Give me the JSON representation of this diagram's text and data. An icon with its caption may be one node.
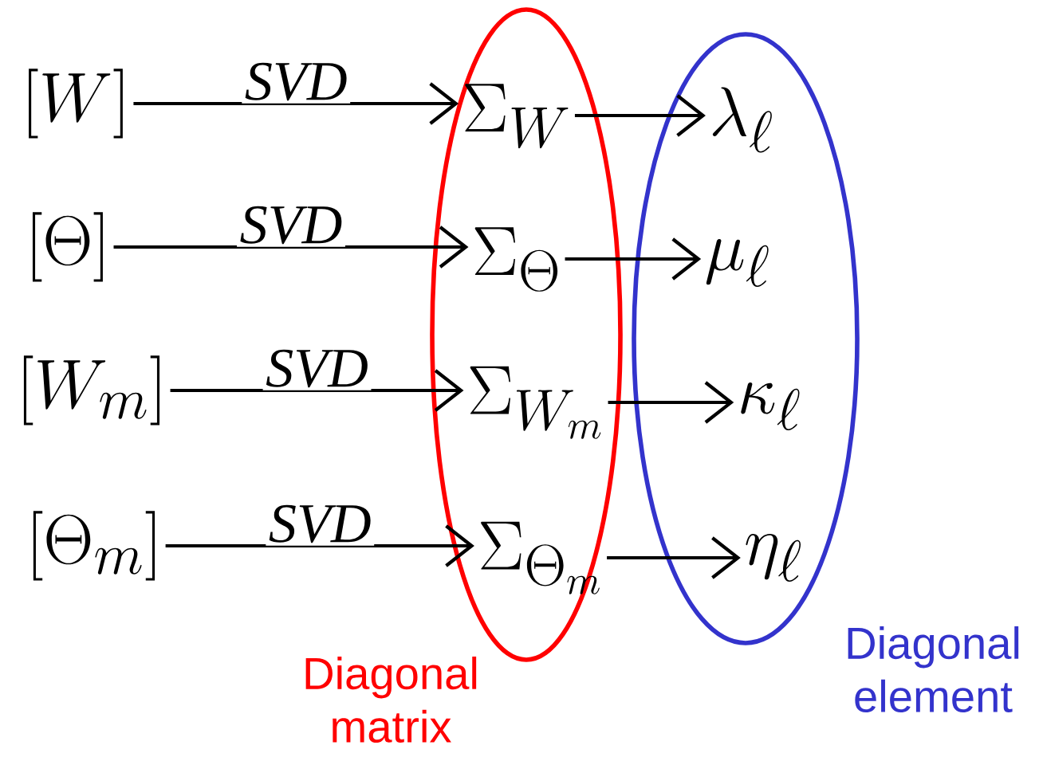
{
  "diagram": {
    "nodes": [
      {
        "text": [
          "\\left[W\\right]"
        ]
      },
      {
        "text": [
          "\\left[\\Theta\\right]"
        ]
      },
      {
        "text": [
          "\\left[W_m\\right]"
        ]
      },
      {
        "text": [
          "\\left[\\Theta_m\\right]"
        ]
      },
      {
        "text": [],
        "shape": "ellipse",
        "beside": [
          "Diagonal matrix"
        ]
      },
      {
        "text": [
          "\\Sigma_W"
        ],
        "in": 4
      },
      {
        "text": [
          "\\Sigma_\\Theta"
        ],
        "in": 4
      },
      {
        "text": [
          "\\Sigma_{W_m}"
        ],
        "in": 4
      },
      {
        "text": [
          "\\Sigma_{\\Theta_m}"
        ],
        "in": 4
      },
      {
        "text": [],
        "shape": "ellipse",
        "beside": [
          "Diagonal element"
        ]
      },
      {
        "text": [
          "\\lambda_\\ell"
        ],
        "in": 9
      },
      {
        "text": [
          "\\mu_\\ell"
        ],
        "in": 9
      },
      {
        "text": [
          "\\kappa_\\ell"
        ],
        "in": 9
      },
      {
        "text": [
          "\\eta_\\ell"
        ],
        "in": 9
      }
    ],
    "edges": [
      {
        "from": 0,
        "to": 5,
        "arrow": "to",
        "label": "SVD"
      },
      {
        "from": 1,
        "to": 6,
        "arrow": "to",
        "label": "SVD"
      },
      {
        "from": 2,
        "to": 7,
        "arrow": "to",
        "label": "SVD"
      },
      {
        "from": 3,
        "to": 8,
        "arrow": "to",
        "label": "SVD"
      },
      {
        "from": 5,
        "to": 10,
        "arrow": "to"
      },
      {
        "from": 6,
        "to": 11,
        "arrow": "to"
      },
      {
        "from": 7,
        "to": 12,
        "arrow": "to"
      },
      {
        "from": 8,
        "to": 13,
        "arrow": "to"
      }
    ]
  }
}
